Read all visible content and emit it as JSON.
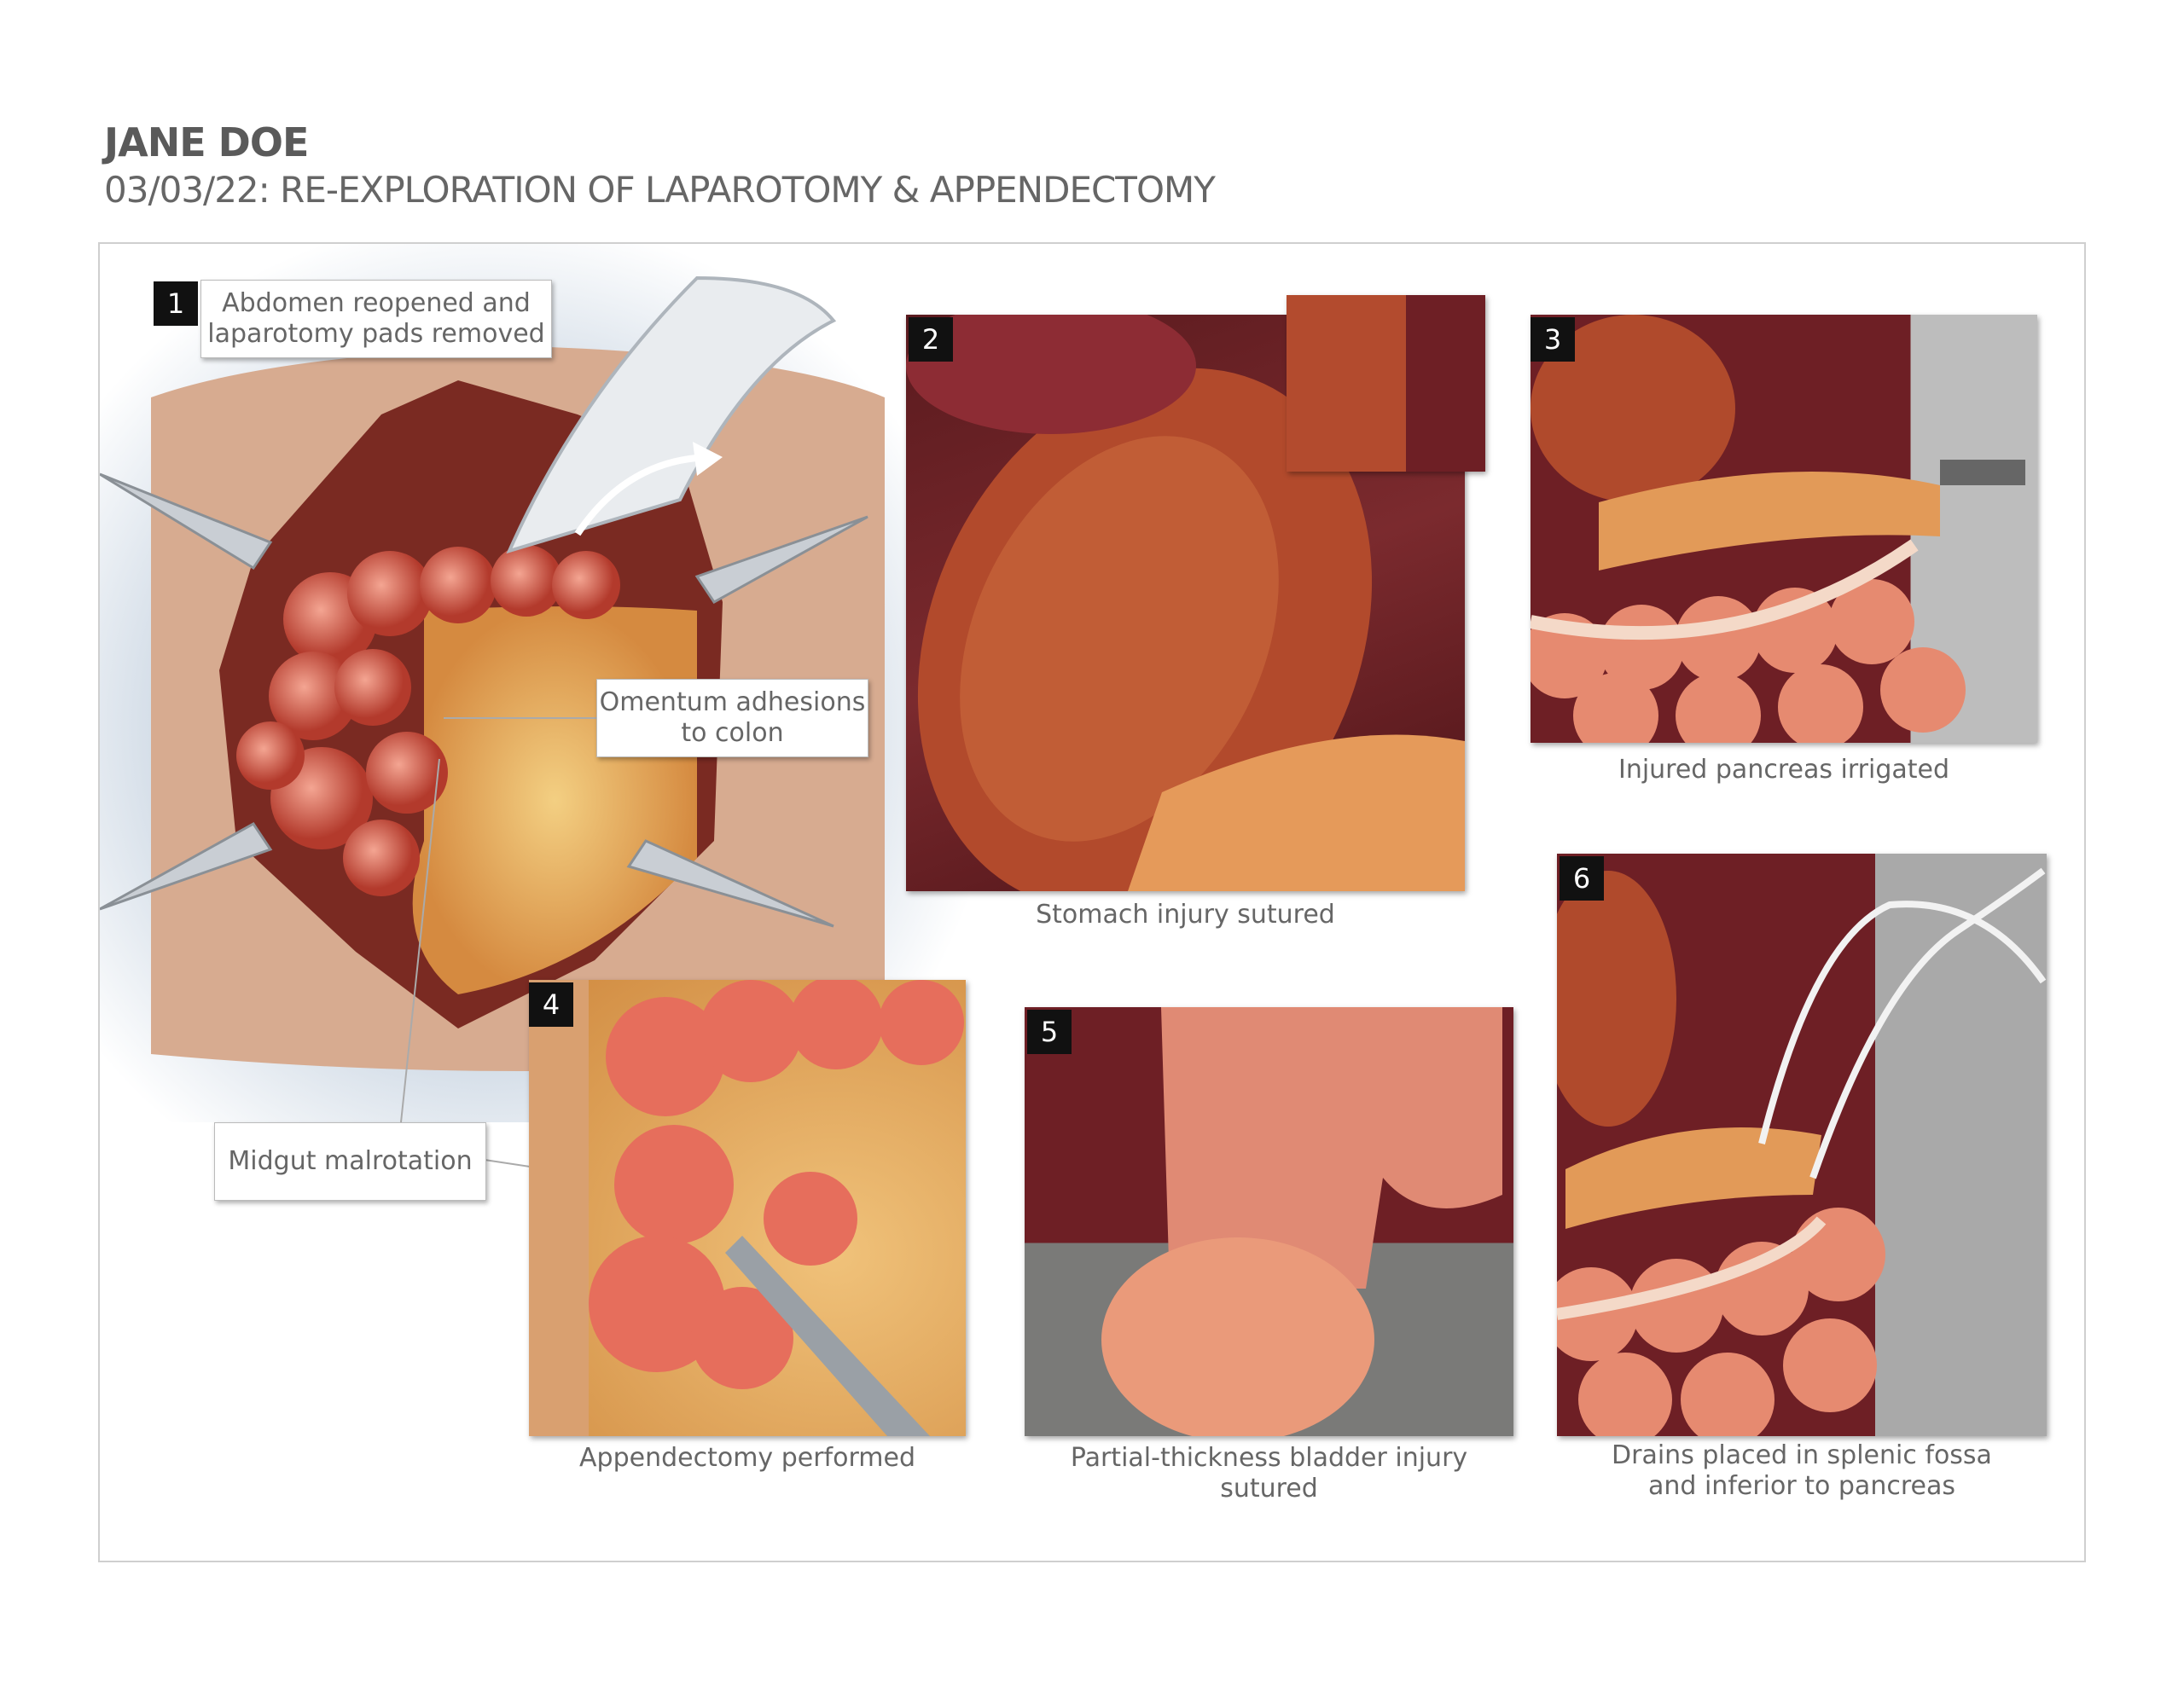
{
  "header": {
    "patient_name": "JANE DOE",
    "procedure_title": "03/03/22: RE-EXPLORATION OF LAPAROTOMY & APPENDECTOMY"
  },
  "panels": [
    {
      "number": "1",
      "callouts": [
        "Abdomen reopened and",
        "laparotomy pads removed"
      ]
    },
    {
      "number": "2",
      "caption": "Stomach injury sutured"
    },
    {
      "number": "3",
      "caption": "Injured pancreas irrigated"
    },
    {
      "number": "4",
      "caption": "Appendectomy performed"
    },
    {
      "number": "5",
      "caption": "Partial-thickness bladder injury sutured"
    },
    {
      "number": "6",
      "caption_lines": [
        "Drains placed in splenic fossa",
        "and inferior to pancreas"
      ]
    }
  ],
  "labels": {
    "omentum": [
      "Omentum adhesions",
      "to colon"
    ],
    "midgut": "Midgut malrotation"
  },
  "colors": {
    "tissue": "#c8553f",
    "fat": "#e8a860",
    "cavity": "#6e1f25",
    "badge": "#111111"
  }
}
